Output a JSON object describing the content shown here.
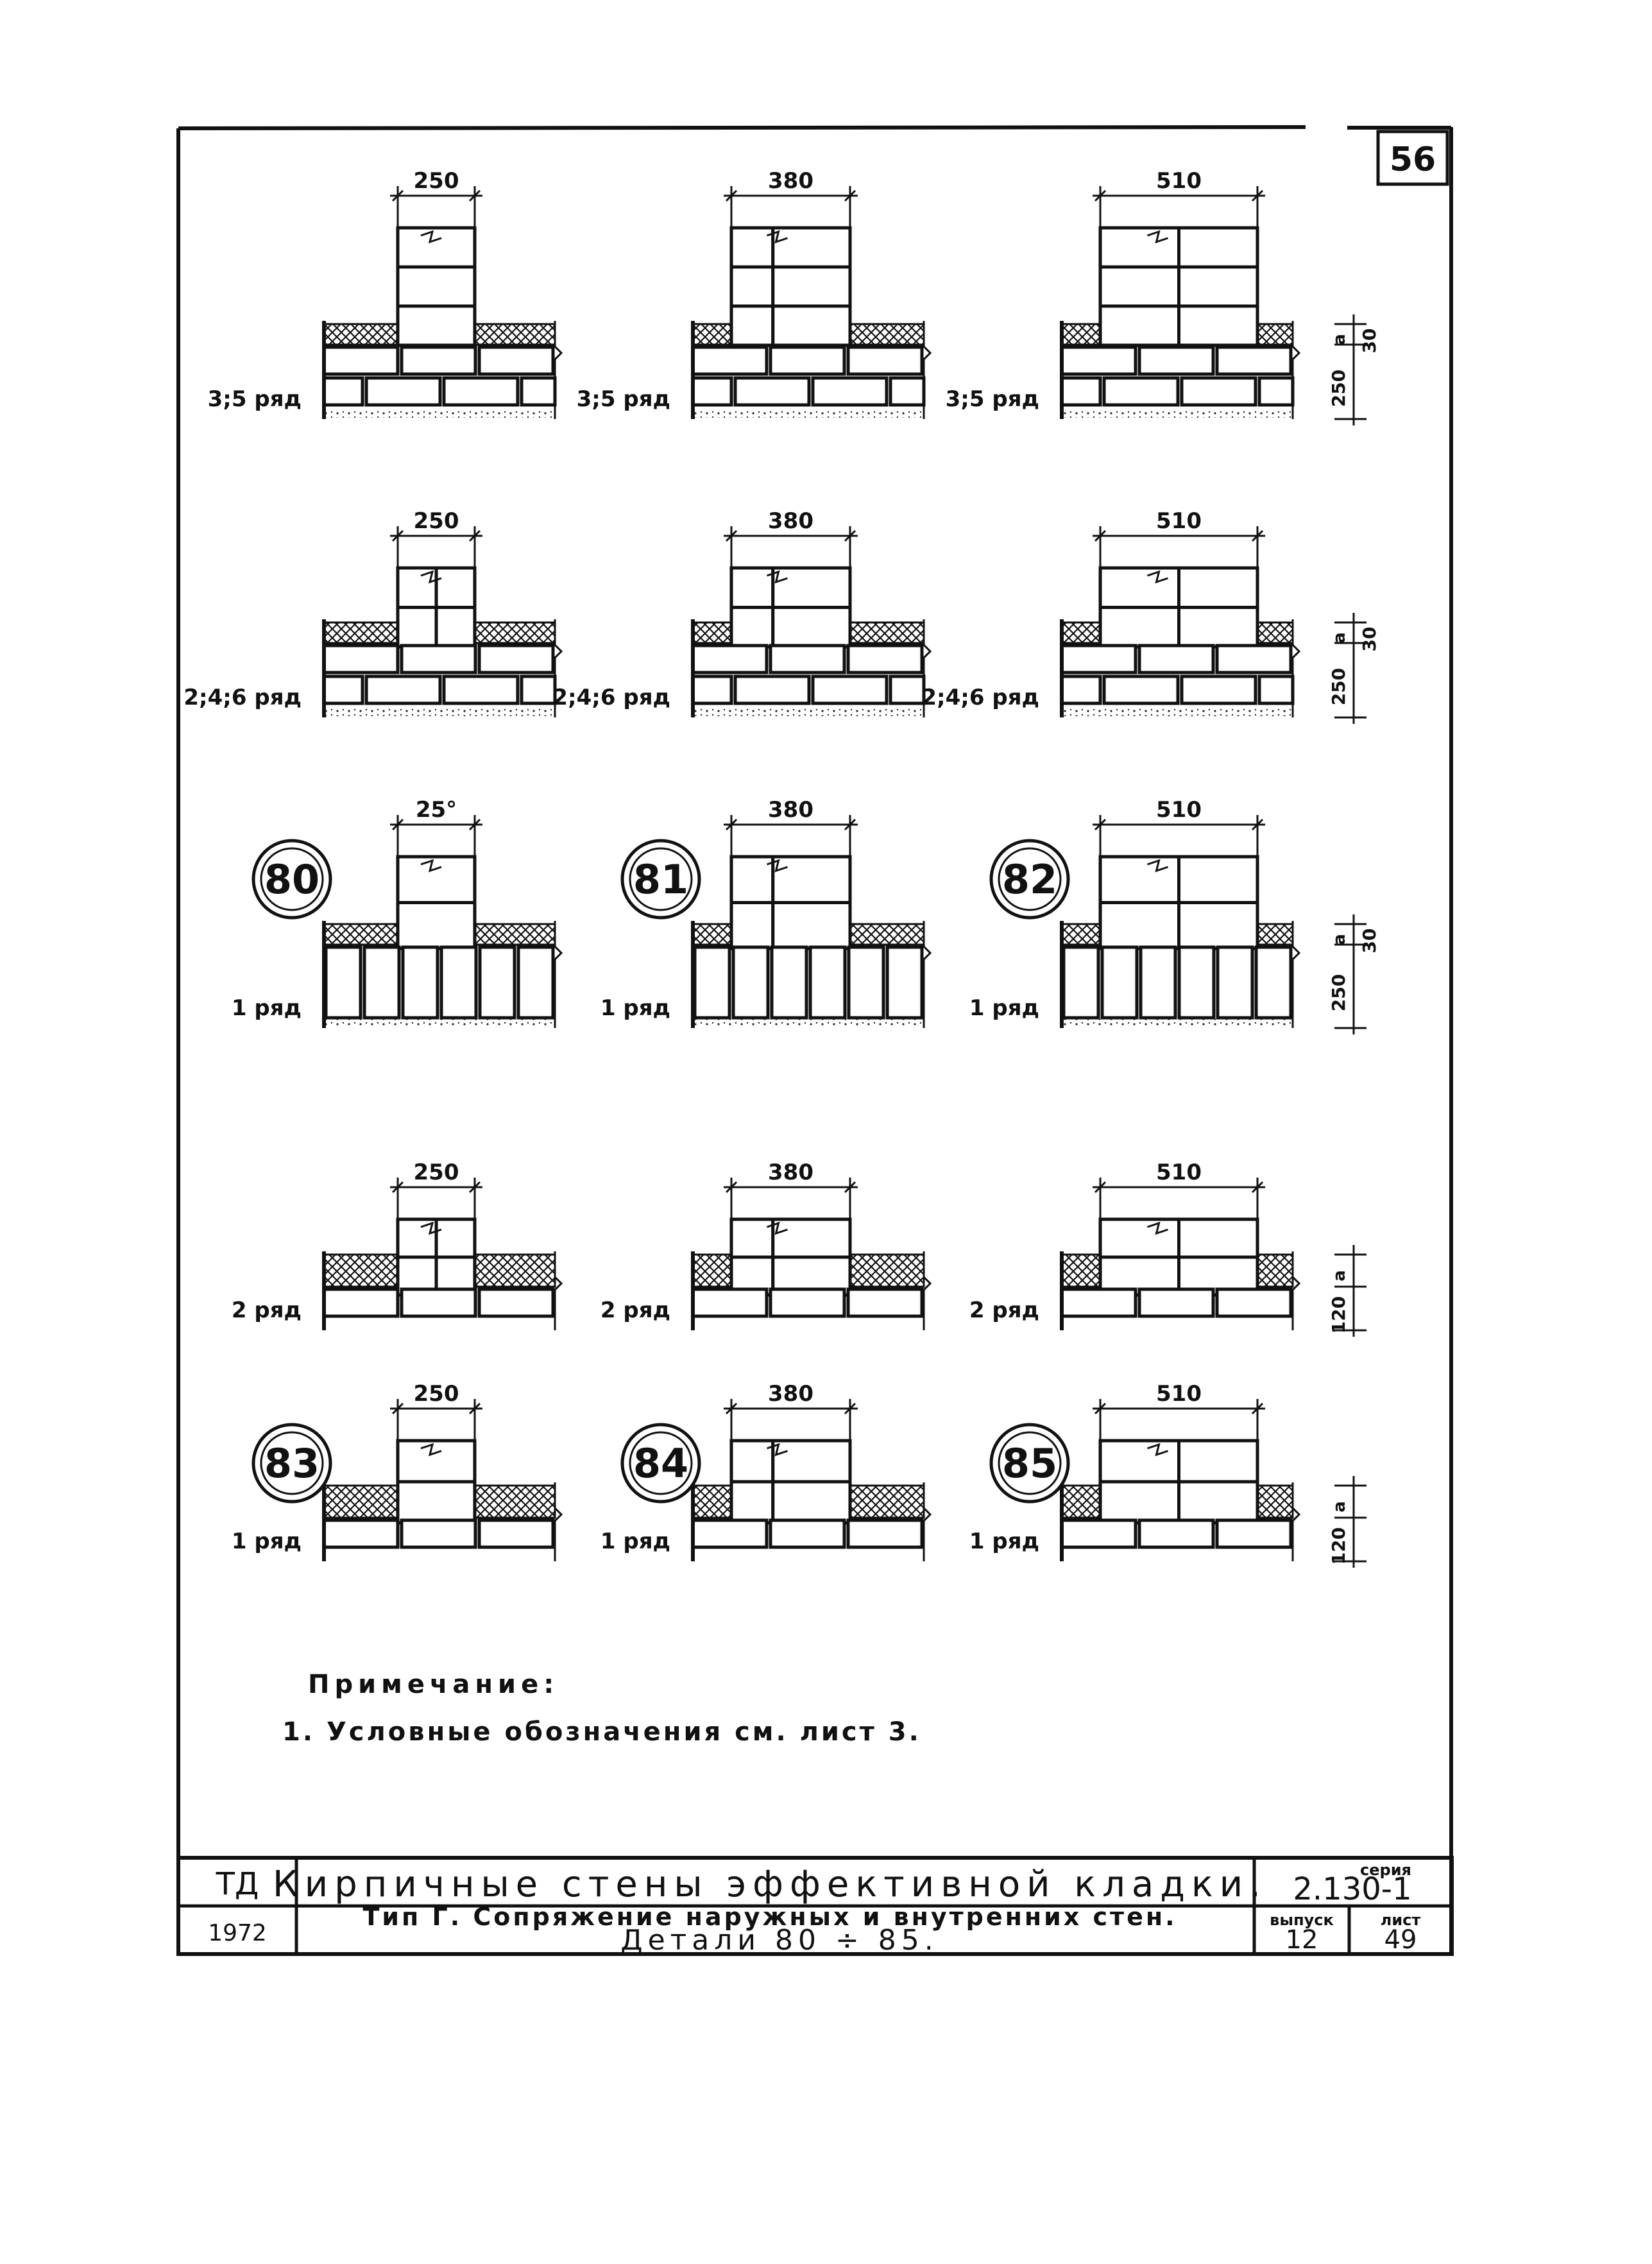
{
  "sheet_number": "56",
  "rows": [
    {
      "label": "3;5 ряд",
      "details": [
        null,
        null,
        null
      ],
      "widths": [
        "250",
        "380",
        "510"
      ],
      "dim_ins": "a",
      "dim_thk": "30",
      "dim_brick": "250"
    },
    {
      "label": "2;4;6 ряд",
      "details": [
        null,
        null,
        null
      ],
      "widths": [
        "250",
        "380",
        "510"
      ],
      "dim_ins": "a",
      "dim_thk": "30",
      "dim_brick": "250"
    },
    {
      "label": "1 ряд",
      "details": [
        "80",
        "81",
        "82"
      ],
      "widths": [
        "25°",
        "380",
        "510"
      ],
      "dim_ins": "a",
      "dim_thk": "30",
      "dim_brick": "250"
    },
    {
      "label": "2 ряд",
      "details": [
        null,
        null,
        null
      ],
      "widths": [
        "250",
        "380",
        "510"
      ],
      "dim_ins": "a",
      "dim_brick": "120"
    },
    {
      "label": "1 ряд",
      "details": [
        "83",
        "84",
        "85"
      ],
      "widths": [
        "250",
        "380",
        "510"
      ],
      "dim_ins": "a",
      "dim_brick": "120"
    }
  ],
  "note": {
    "heading": "Примечание:",
    "item": "1. Условные обозначения см. лист 3."
  },
  "title_block": {
    "code": "ТД",
    "year": "1972",
    "title": "Кирпичные стены эффективной кладки.",
    "subtitle": "Тип Г. Сопряжение наружных и внутренних стен.",
    "details_line": "Детали 80 ÷ 85.",
    "series_label": "серия",
    "series_value": "2.130-1",
    "issue_label": "выпуск",
    "issue_value": "12",
    "sheet_label": "лист",
    "sheet_value": "49"
  }
}
